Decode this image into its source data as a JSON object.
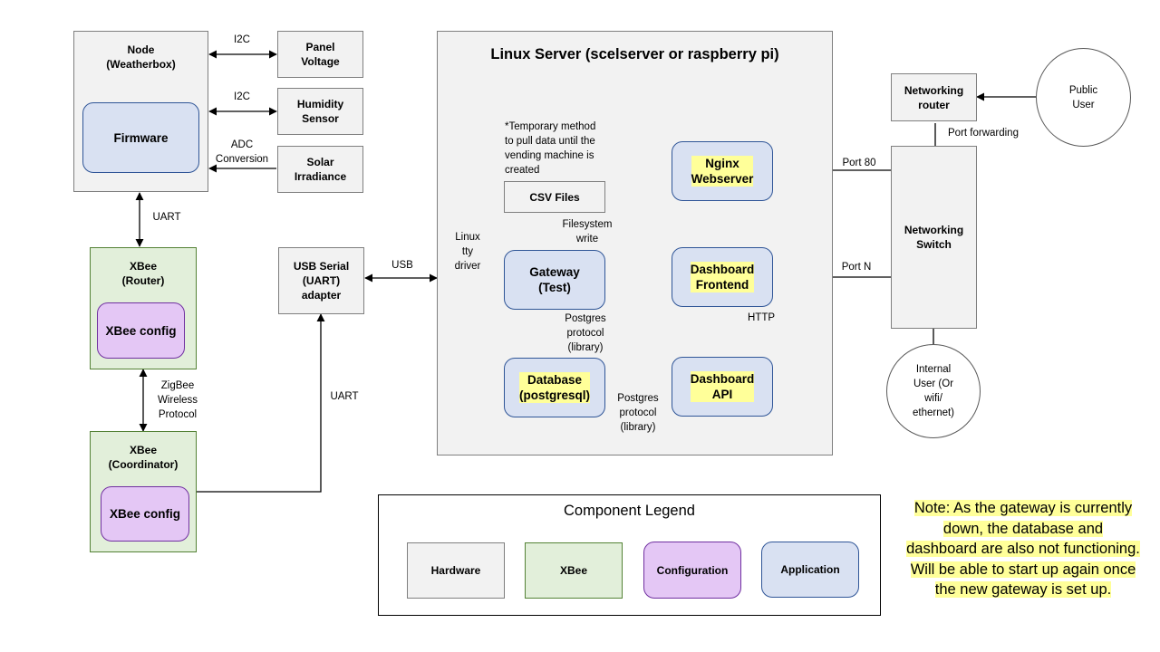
{
  "server": {
    "title": "Linux Server (scelserver or raspberry pi)"
  },
  "nodes": {
    "node": "Node\n(Weatherbox)",
    "firmware": "Firmware",
    "panel": "Panel\nVoltage",
    "humidity": "Humidity\nSensor",
    "solar": "Solar\nIrradiance",
    "xbee_router": "XBee\n(Router)",
    "xbee_config_router": "XBee config",
    "xbee_coordinator": "XBee\n(Coordinator)",
    "xbee_config_coord": "XBee config",
    "usb_serial": "USB Serial\n(UART)\nadapter",
    "csv": "CSV Files",
    "gateway": "Gateway\n(Test)",
    "database": "Database\n(postgresql)",
    "dashboard_api": "Dashboard\nAPI",
    "dashboard_frontend": "Dashboard\nFrontend",
    "nginx": "Nginx\nWebserver",
    "net_router": "Networking\nrouter",
    "net_switch": "Networking\nSwitch",
    "public_user": "Public\nUser",
    "internal_user": "Internal\nUser (Or\nwifi/\nethernet)"
  },
  "labels": {
    "i2c_1": "I2C",
    "i2c_2": "I2C",
    "adc": "ADC\nConversion",
    "uart_node": "UART",
    "zigbee": "ZigBee\nWireless\nProtocol",
    "uart_coord": "UART",
    "usb": "USB",
    "linux_tty": "Linux\ntty\ndriver",
    "temp_note": "*Temporary method\nto pull data until the\nvending machine is\ncreated",
    "filesystem": "Filesystem\nwrite",
    "pg_protocol_1": "Postgres\nprotocol\n(library)",
    "pg_protocol_2": "Postgres\nprotocol\n(library)",
    "http": "HTTP",
    "port80": "Port 80",
    "portN": "Port N",
    "port_forwarding": "Port forwarding"
  },
  "legend": {
    "title": "Component Legend",
    "hardware": "Hardware",
    "xbee": "XBee",
    "configuration": "Configuration",
    "application": "Application"
  },
  "note": "Note: As the gateway is currently down, the database and dashboard are also not functioning. Will be able to start up again once the new gateway is set up."
}
